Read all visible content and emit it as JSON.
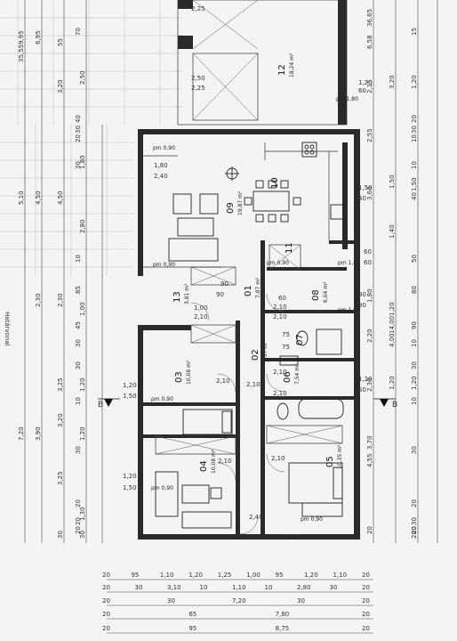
{
  "rooms": [
    {
      "no": "12",
      "area": "18,24 m²"
    },
    {
      "no": "10",
      "area": ""
    },
    {
      "no": "09",
      "area": "19,87 m²"
    },
    {
      "no": "11",
      "area": ""
    },
    {
      "no": "13",
      "area": "3,81 m²"
    },
    {
      "no": "01",
      "area": "7,87 m²"
    },
    {
      "no": "08",
      "area": "6,04 m²"
    },
    {
      "no": "02",
      "area": "7,57 m²"
    },
    {
      "no": "03",
      "area": "10,08 m²"
    },
    {
      "no": "06",
      "area": "7,54 m²"
    },
    {
      "no": "04",
      "area": "10,08 m²"
    },
    {
      "no": "05",
      "area": "10,35 m²"
    },
    {
      "no": "07",
      "area": ""
    }
  ],
  "opening_labels": [
    "2,25",
    "2,50",
    "2,25",
    "1,80",
    "2,40",
    "1,50",
    "40",
    "1,00",
    "2,10",
    "2,10",
    "2,10",
    "90",
    "2,10",
    "2,10",
    "90",
    "2,10",
    "60",
    "60",
    "1,20",
    "60",
    "1,20",
    "1,50",
    "1,20",
    "1,50",
    "2,10",
    "2,10",
    "2,40",
    "1,50",
    "1,20",
    "60",
    "75",
    "75",
    "60",
    "90",
    "90",
    "2,10"
  ],
  "pm_labels": [
    "pm 1,80",
    "pm 0,90",
    "pm 0,90",
    "pm 0,90",
    "pm 1,80",
    "pm 1,80",
    "pm 0,90",
    "pm 0,90",
    "pm 0,90"
  ],
  "section_mark": "B",
  "left_dims": {
    "col1": [
      "35,55",
      "9,95",
      "5,10",
      "7,20"
    ],
    "col2": [
      "6,95",
      "4,50",
      "2,30",
      "3,90"
    ],
    "col3": [
      "55",
      "3,20",
      "4,50",
      "2,30",
      "3,25",
      "3,25",
      "3,20",
      "30"
    ],
    "col4": [
      "2,50",
      "1,80",
      "2,80",
      "1,00",
      "1,20",
      "1,20",
      "1,30",
      "30"
    ],
    "small": [
      "70",
      "40",
      "30",
      "20",
      "30",
      "10",
      "85",
      "45",
      "30",
      "30",
      "10",
      "30",
      "20",
      "20",
      "20"
    ]
  },
  "right_dims": {
    "col1": [
      "36,65",
      "6,58",
      "2,15",
      "2,55",
      "3,60",
      "1,80",
      "2,20",
      "2,30",
      "4,55",
      "3,70",
      "20"
    ],
    "col2": [
      "3,20",
      "1,50",
      "1,40",
      "4,00",
      "1,20",
      "1,20",
      "14,00"
    ],
    "col3": [
      "1,20",
      "1,20",
      "1,50",
      "40",
      "20",
      "20"
    ],
    "small": [
      "15",
      "20",
      "30",
      "10",
      "10",
      "50",
      "80",
      "90",
      "10",
      "30",
      "10",
      "30",
      "20",
      "30",
      "20"
    ]
  },
  "bottom_dims": {
    "row1": [
      "20",
      "95",
      "1,10",
      "1,20",
      "1,25",
      "1,00",
      "95",
      "1,20",
      "1,10",
      "20"
    ],
    "row2": [
      "20",
      "30",
      "3,10",
      "10",
      "1,10",
      "10",
      "2,80",
      "30",
      "20"
    ],
    "row3": [
      "20",
      "30",
      "7,20",
      "30",
      "20"
    ],
    "row4": [
      "20",
      "65",
      "7,80",
      "20"
    ],
    "row5": [
      "20",
      "95",
      "8,75",
      "20"
    ]
  },
  "side_text": "Határvonal"
}
